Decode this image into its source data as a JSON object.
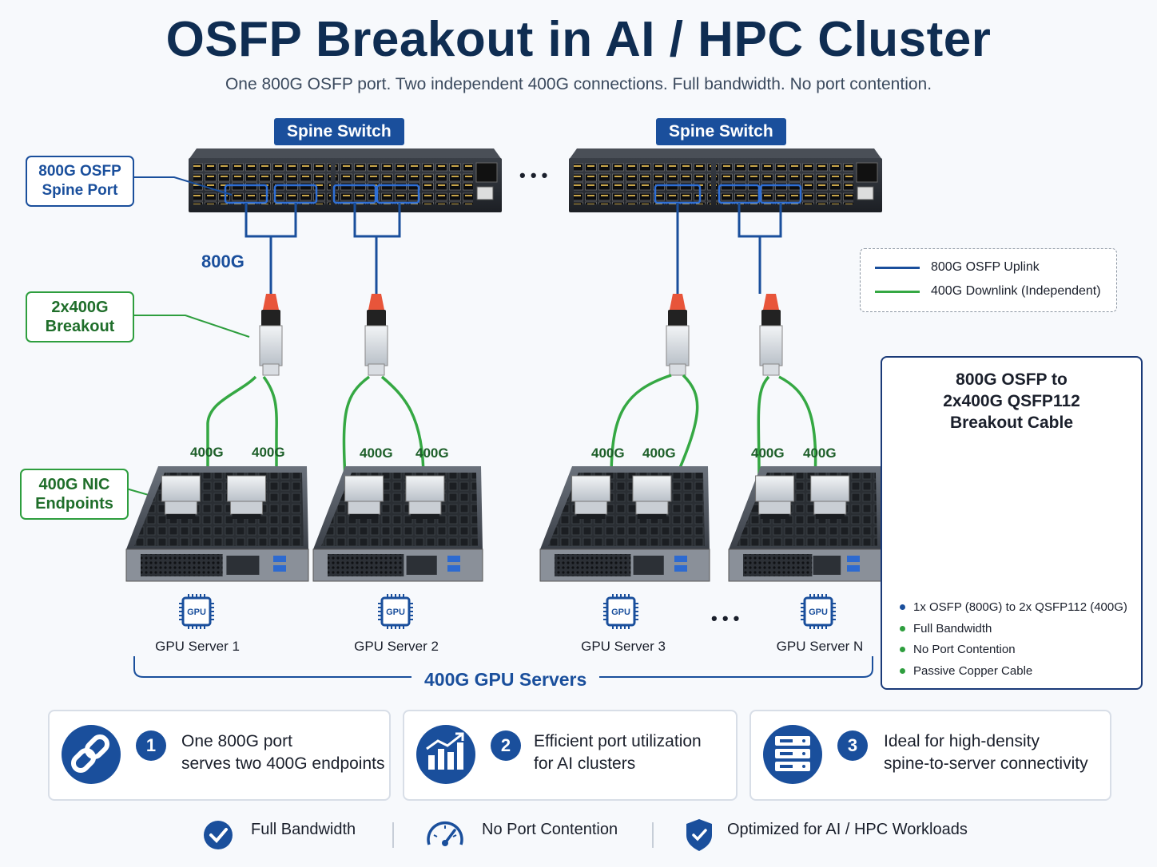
{
  "title": "OSFP Breakout in AI / HPC Cluster",
  "subtitle": "One 800G OSFP port. Two independent 400G connections. Full bandwidth. No port contention.",
  "spines": [
    {
      "label": "Spine Switch"
    },
    {
      "label": "Spine Switch"
    }
  ],
  "ellipsis": "• • •",
  "callouts": {
    "spine_port": [
      "800G OSFP",
      "Spine Port"
    ],
    "breakout": [
      "2x400G",
      "Breakout"
    ],
    "nic": [
      "400G NIC",
      "Endpoints"
    ]
  },
  "uplink_label": "800G",
  "downlink_label": "400G",
  "servers": [
    {
      "name": "GPU Server 1"
    },
    {
      "name": "GPU Server 2"
    },
    {
      "name": "GPU Server 3"
    },
    {
      "name": "GPU Server N"
    }
  ],
  "gpu_chip_label": "GPU",
  "server_group_label": "400G GPU Servers",
  "legend": {
    "uplink": "800G OSFP Uplink",
    "downlink": "400G Downlink (Independent)"
  },
  "cable_box": {
    "title": [
      "800G OSFP to",
      "2x400G QSFP112",
      "Breakout Cable"
    ],
    "items": [
      {
        "text": "1x OSFP (800G) to 2x QSFP112 (400G)",
        "color": "#1a4f9c"
      },
      {
        "text": "Full Bandwidth",
        "color": "#2e9e3e"
      },
      {
        "text": "No Port Contention",
        "color": "#2e9e3e"
      },
      {
        "text": "Passive Copper Cable",
        "color": "#2e9e3e"
      }
    ]
  },
  "benefits": [
    {
      "number": "1",
      "lines": [
        "One 800G port",
        "serves two 400G endpoints"
      ],
      "icon": "link-icon"
    },
    {
      "number": "2",
      "lines": [
        "Efficient port utilization",
        "for AI clusters"
      ],
      "icon": "chart-icon"
    },
    {
      "number": "3",
      "lines": [
        "Ideal for high-density",
        "spine-to-server connectivity"
      ],
      "icon": "server-stack-icon"
    }
  ],
  "footer": [
    {
      "text": "Full Bandwidth",
      "icon": "check-circle-icon"
    },
    {
      "text": "No Port Contention",
      "icon": "gauge-icon"
    },
    {
      "text": "Optimized for AI / HPC Workloads",
      "icon": "shield-check-icon"
    }
  ],
  "colors": {
    "uplink": "#1a4f9c",
    "downlink": "#35a843",
    "cable": "#e8553a",
    "navy": "#0f2d52"
  }
}
